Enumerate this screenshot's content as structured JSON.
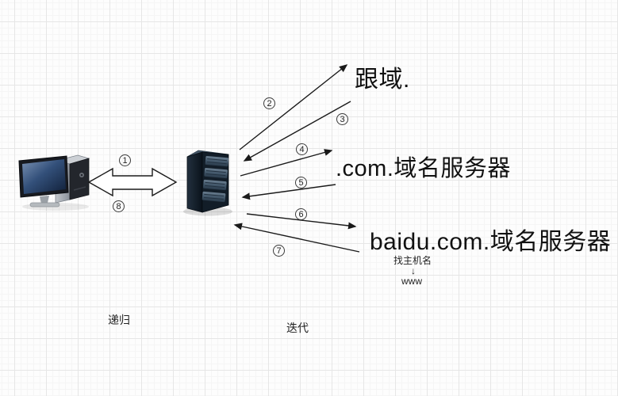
{
  "labels": {
    "root_domain": "跟域.",
    "com_domain": ".com.域名服务器",
    "baidu_domain": "baidu.com.域名服务器",
    "find_hostname": "找主机名",
    "arrow_down": "↓",
    "hostname_www": "www",
    "recursive": "递归",
    "iterative": "迭代"
  },
  "steps": [
    "1",
    "2",
    "3",
    "4",
    "5",
    "6",
    "7",
    "8"
  ],
  "icons": {
    "client": "desktop-computer-icon",
    "local_dns_server": "server-rack-icon"
  },
  "colors": {
    "arrow_line": "#1a1a1a",
    "grid_major": "#e6e6e6",
    "grid_minor": "#f5f5f5",
    "server_body": "#16222e",
    "monitor_screen_top": "#6d87ab",
    "monitor_screen_bottom": "#14263f"
  }
}
